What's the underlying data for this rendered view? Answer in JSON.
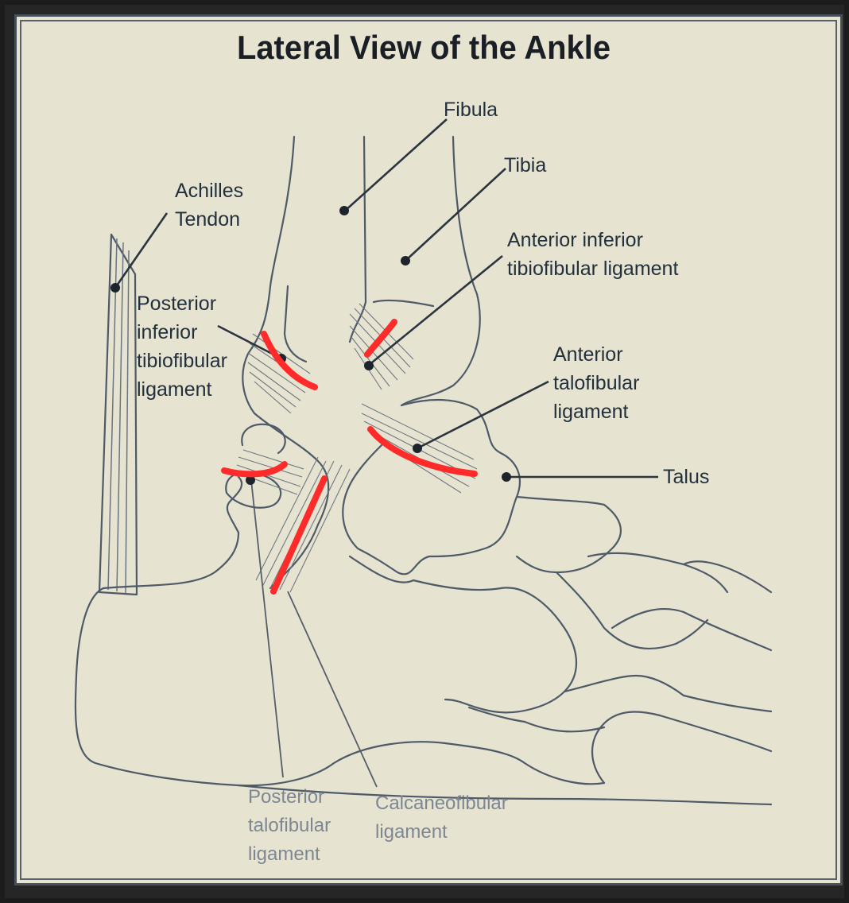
{
  "title": "Lateral View of the Ankle",
  "labels": {
    "fibula": "Fibula",
    "tibia": "Tibia",
    "achilles_line1": "Achilles",
    "achilles_line2": "Tendon",
    "aitf_line1": "Anterior inferior",
    "aitf_line2": "tibiofibular ligament",
    "pitf_line1": "Posterior",
    "pitf_line2": "inferior",
    "pitf_line3": "tibiofibular",
    "pitf_line4": "ligament",
    "atf_line1": "Anterior",
    "atf_line2": "talofibular",
    "atf_line3": "ligament",
    "talus": "Talus",
    "ptf_line1": "Posterior",
    "ptf_line2": "talofibular",
    "ptf_line3": "ligament",
    "cf_line1": "Calcaneofibular",
    "cf_line2": "ligament"
  },
  "colors": {
    "background": "#e6e3d0",
    "outline": "#4f5a68",
    "highlight": "#ff2a2a",
    "text": "#22303e"
  }
}
